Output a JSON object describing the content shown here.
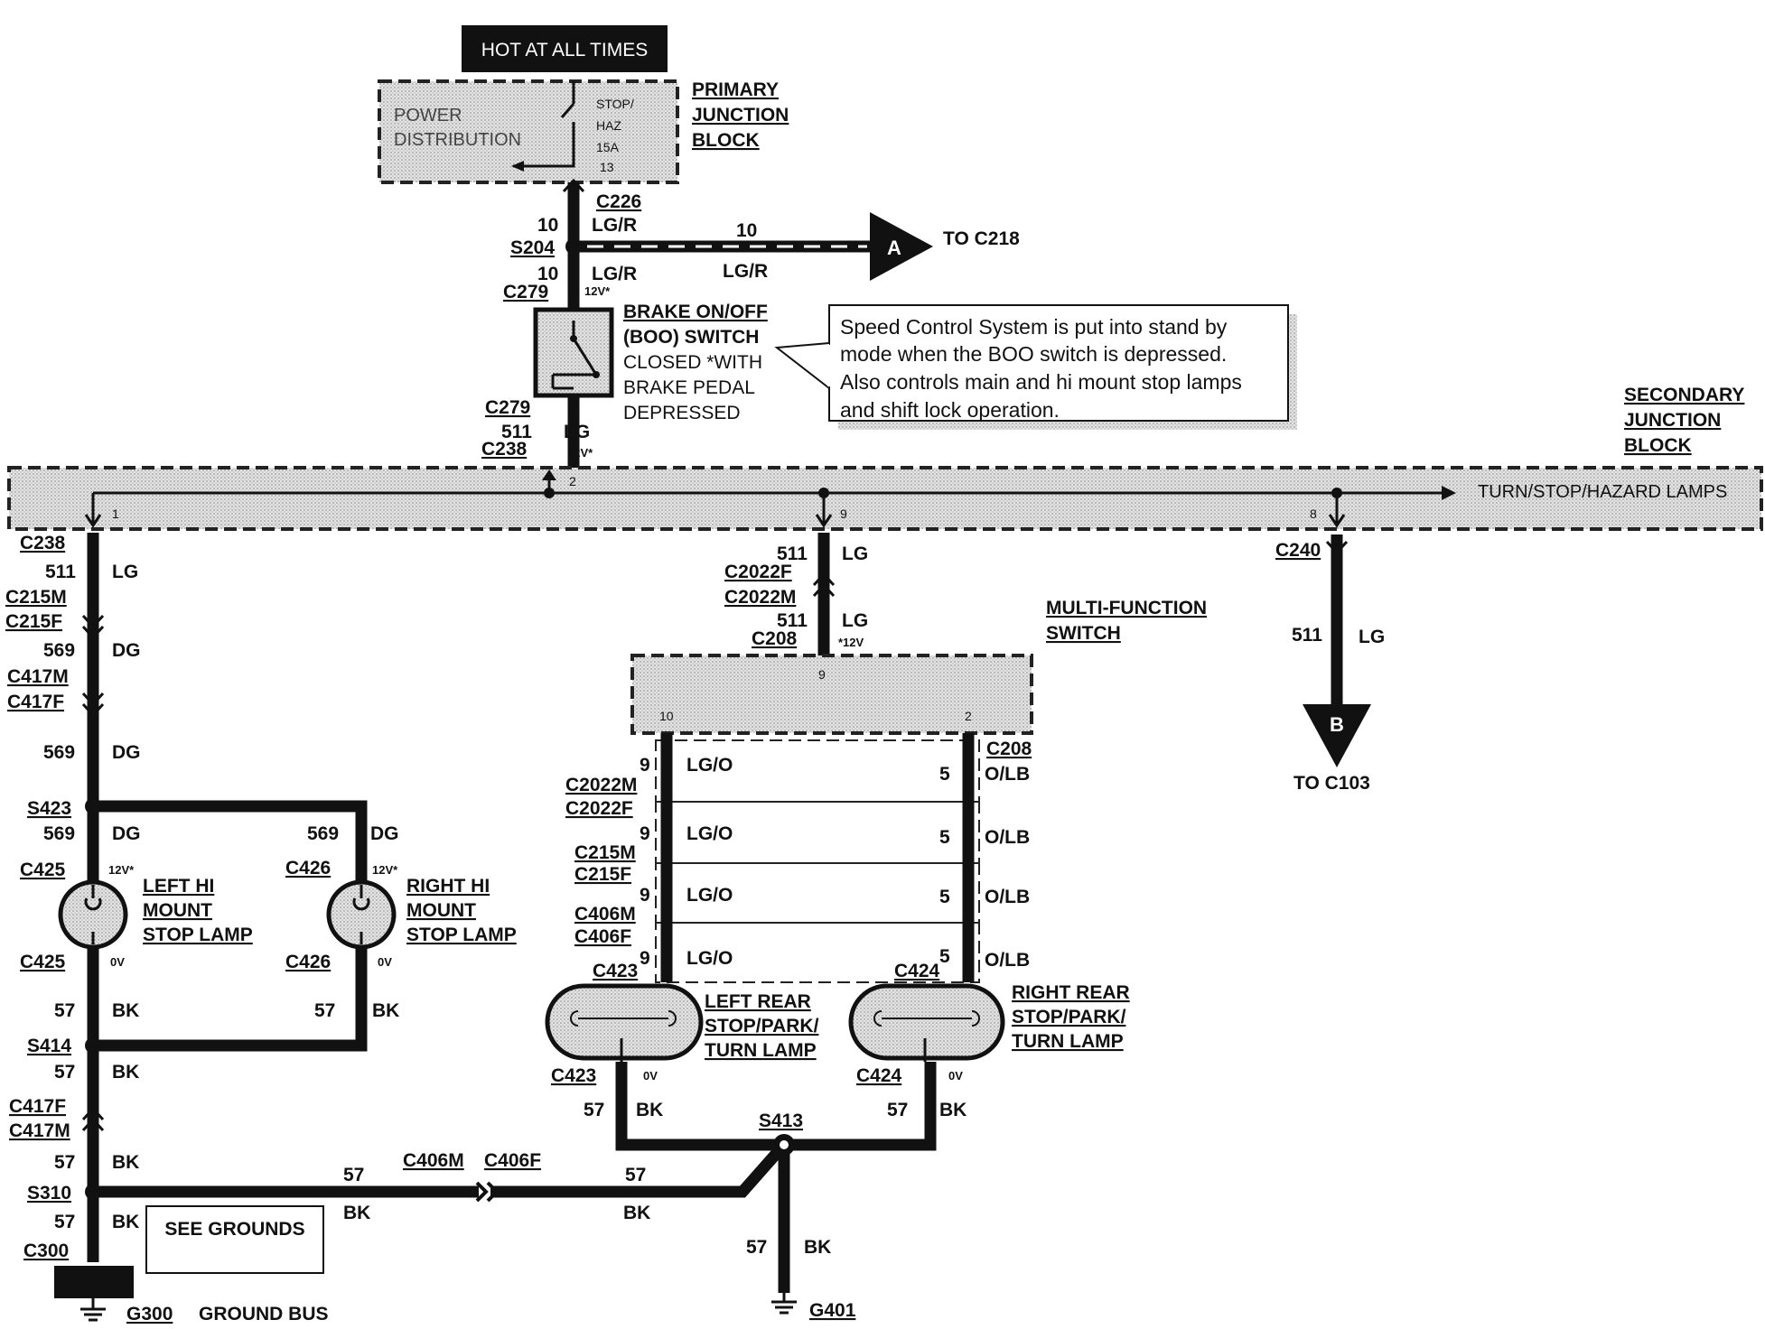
{
  "header": {
    "hot_at_all_times": "HOT AT ALL TIMES"
  },
  "primary_junction_block": {
    "title_lines": [
      "PRIMARY",
      "JUNCTION",
      "BLOCK"
    ],
    "power_distribution_lines": [
      "POWER",
      "DISTRIBUTION"
    ],
    "fuse_lines": [
      "STOP/",
      "HAZ",
      "15A",
      "13"
    ]
  },
  "top_feed": {
    "c226": "C226",
    "c226_circuit": "10",
    "c226_color": "LG/R",
    "s204": "S204",
    "branch_circuit": "10",
    "branch_color": "LG/R",
    "connector_a": "A",
    "to_c218": "TO C218",
    "c279_circuit": "10",
    "c279_color": "LG/R",
    "c279": "C279",
    "c279_voltage": "12V*"
  },
  "boo_switch": {
    "label_lines": [
      "BRAKE ON/OFF",
      "(BOO) SWITCH"
    ],
    "desc_lines": [
      "CLOSED *WITH",
      "BRAKE PEDAL",
      "DEPRESSED"
    ],
    "c279_bottom": "C279",
    "circuit": "511",
    "c238": "C238",
    "color": "LG",
    "voltage": "12V*"
  },
  "callout": {
    "lines": [
      "Speed Control System is put into stand by",
      "mode when the BOO switch is depressed.",
      "Also controls main and hi mount stop lamps",
      "and shift lock operation."
    ]
  },
  "secondary_junction_block": {
    "title_lines": [
      "SECONDARY",
      "JUNCTION",
      "BLOCK"
    ],
    "turn_stop_hazard": "TURN/STOP/HAZARD LAMPS",
    "pin_2": "2",
    "pin_1": "1",
    "pin_9": "9",
    "pin_8": "8"
  },
  "left_branch": {
    "c238": "C238",
    "circuit_511": "511",
    "color_lg": "LG",
    "c215m": "C215M",
    "c215f": "C215F",
    "circuit_569_a": "569",
    "color_dg_a": "DG",
    "c417m": "C417M",
    "c417f": "C417F",
    "circuit_569_b": "569",
    "color_dg_b": "DG",
    "s423": "S423",
    "circuit_569_c": "569",
    "color_dg_c": "DG",
    "circuit_569_d": "569",
    "color_dg_d": "DG",
    "c425_top": "C425",
    "c425_voltage": "12V*",
    "c426_top": "C426",
    "c426_voltage": "12V*",
    "left_hi_mount_lines": [
      "LEFT HI",
      "MOUNT",
      "STOP LAMP"
    ],
    "right_hi_mount_lines": [
      "RIGHT HI",
      "MOUNT",
      "STOP LAMP"
    ],
    "c425_bottom": "C425",
    "c425_bottom_voltage": "0V",
    "c426_bottom": "C426",
    "c426_bottom_voltage": "0V",
    "circuit_57_a": "57",
    "color_bk_a": "BK",
    "circuit_57_b": "57",
    "color_bk_b": "BK",
    "s414": "S414",
    "circuit_57_c": "57",
    "color_bk_c": "BK",
    "c417f_b": "C417F",
    "c417m_b": "C417M",
    "circuit_57_d": "57",
    "color_bk_d": "BK",
    "s310": "S310",
    "circuit_57_e": "57",
    "color_bk_e": "BK",
    "see_grounds": "SEE GROUNDS",
    "c300": "C300",
    "g300": "G300",
    "ground_bus": "GROUND BUS"
  },
  "middle_branch": {
    "circuit_511_a": "511",
    "color_lg_a": "LG",
    "c2022f": "C2022F",
    "c2022m": "C2022M",
    "circuit_511_b": "511",
    "color_lg_b": "LG",
    "c208": "C208",
    "voltage": "*12V",
    "mfs_lines": [
      "MULTI-FUNCTION",
      "SWITCH"
    ],
    "mfs_pin_9": "9",
    "mfs_pin_10": "10",
    "mfs_pin_2": "2",
    "c208_right": "C208"
  },
  "rear_lamps": {
    "left_rows": [
      {
        "circuit": "9",
        "color": "LG/O",
        "conn_top": "C2022M",
        "conn_bottom": "C2022F"
      },
      {
        "circuit": "9",
        "color": "LG/O",
        "conn_top": "C215M",
        "conn_bottom": "C215F"
      },
      {
        "circuit": "9",
        "color": "LG/O",
        "conn_top": "C406M",
        "conn_bottom": "C406F"
      },
      {
        "circuit": "9",
        "color": "LG/O"
      }
    ],
    "right_rows": [
      {
        "circuit": "5",
        "color": "O/LB"
      },
      {
        "circuit": "5",
        "color": "O/LB"
      },
      {
        "circuit": "5",
        "color": "O/LB"
      },
      {
        "circuit": "5",
        "color": "O/LB"
      }
    ],
    "c423_top": "C423",
    "c424_top": "C424",
    "left_rear_lines": [
      "LEFT REAR",
      "STOP/PARK/",
      "TURN LAMP"
    ],
    "right_rear_lines": [
      "RIGHT REAR",
      "STOP/PARK/",
      "TURN LAMP"
    ],
    "c423_bottom": "C423",
    "c423_voltage": "0V",
    "c424_bottom": "C424",
    "c424_voltage": "0V",
    "circuit_57_l": "57",
    "color_bk_l": "BK",
    "circuit_57_r": "57",
    "color_bk_r": "BK",
    "s413": "S413"
  },
  "ground_link": {
    "circuit_57_a": "57",
    "color_bk_a": "BK",
    "c406m": "C406M",
    "c406f": "C406F",
    "circuit_57_b": "57",
    "color_bk_b": "BK",
    "circuit_57_c": "57",
    "color_bk_c": "BK",
    "g401": "G401"
  },
  "right_branch": {
    "c240": "C240",
    "circuit": "511",
    "color": "LG",
    "connector_b": "B",
    "to_c103": "TO C103"
  }
}
